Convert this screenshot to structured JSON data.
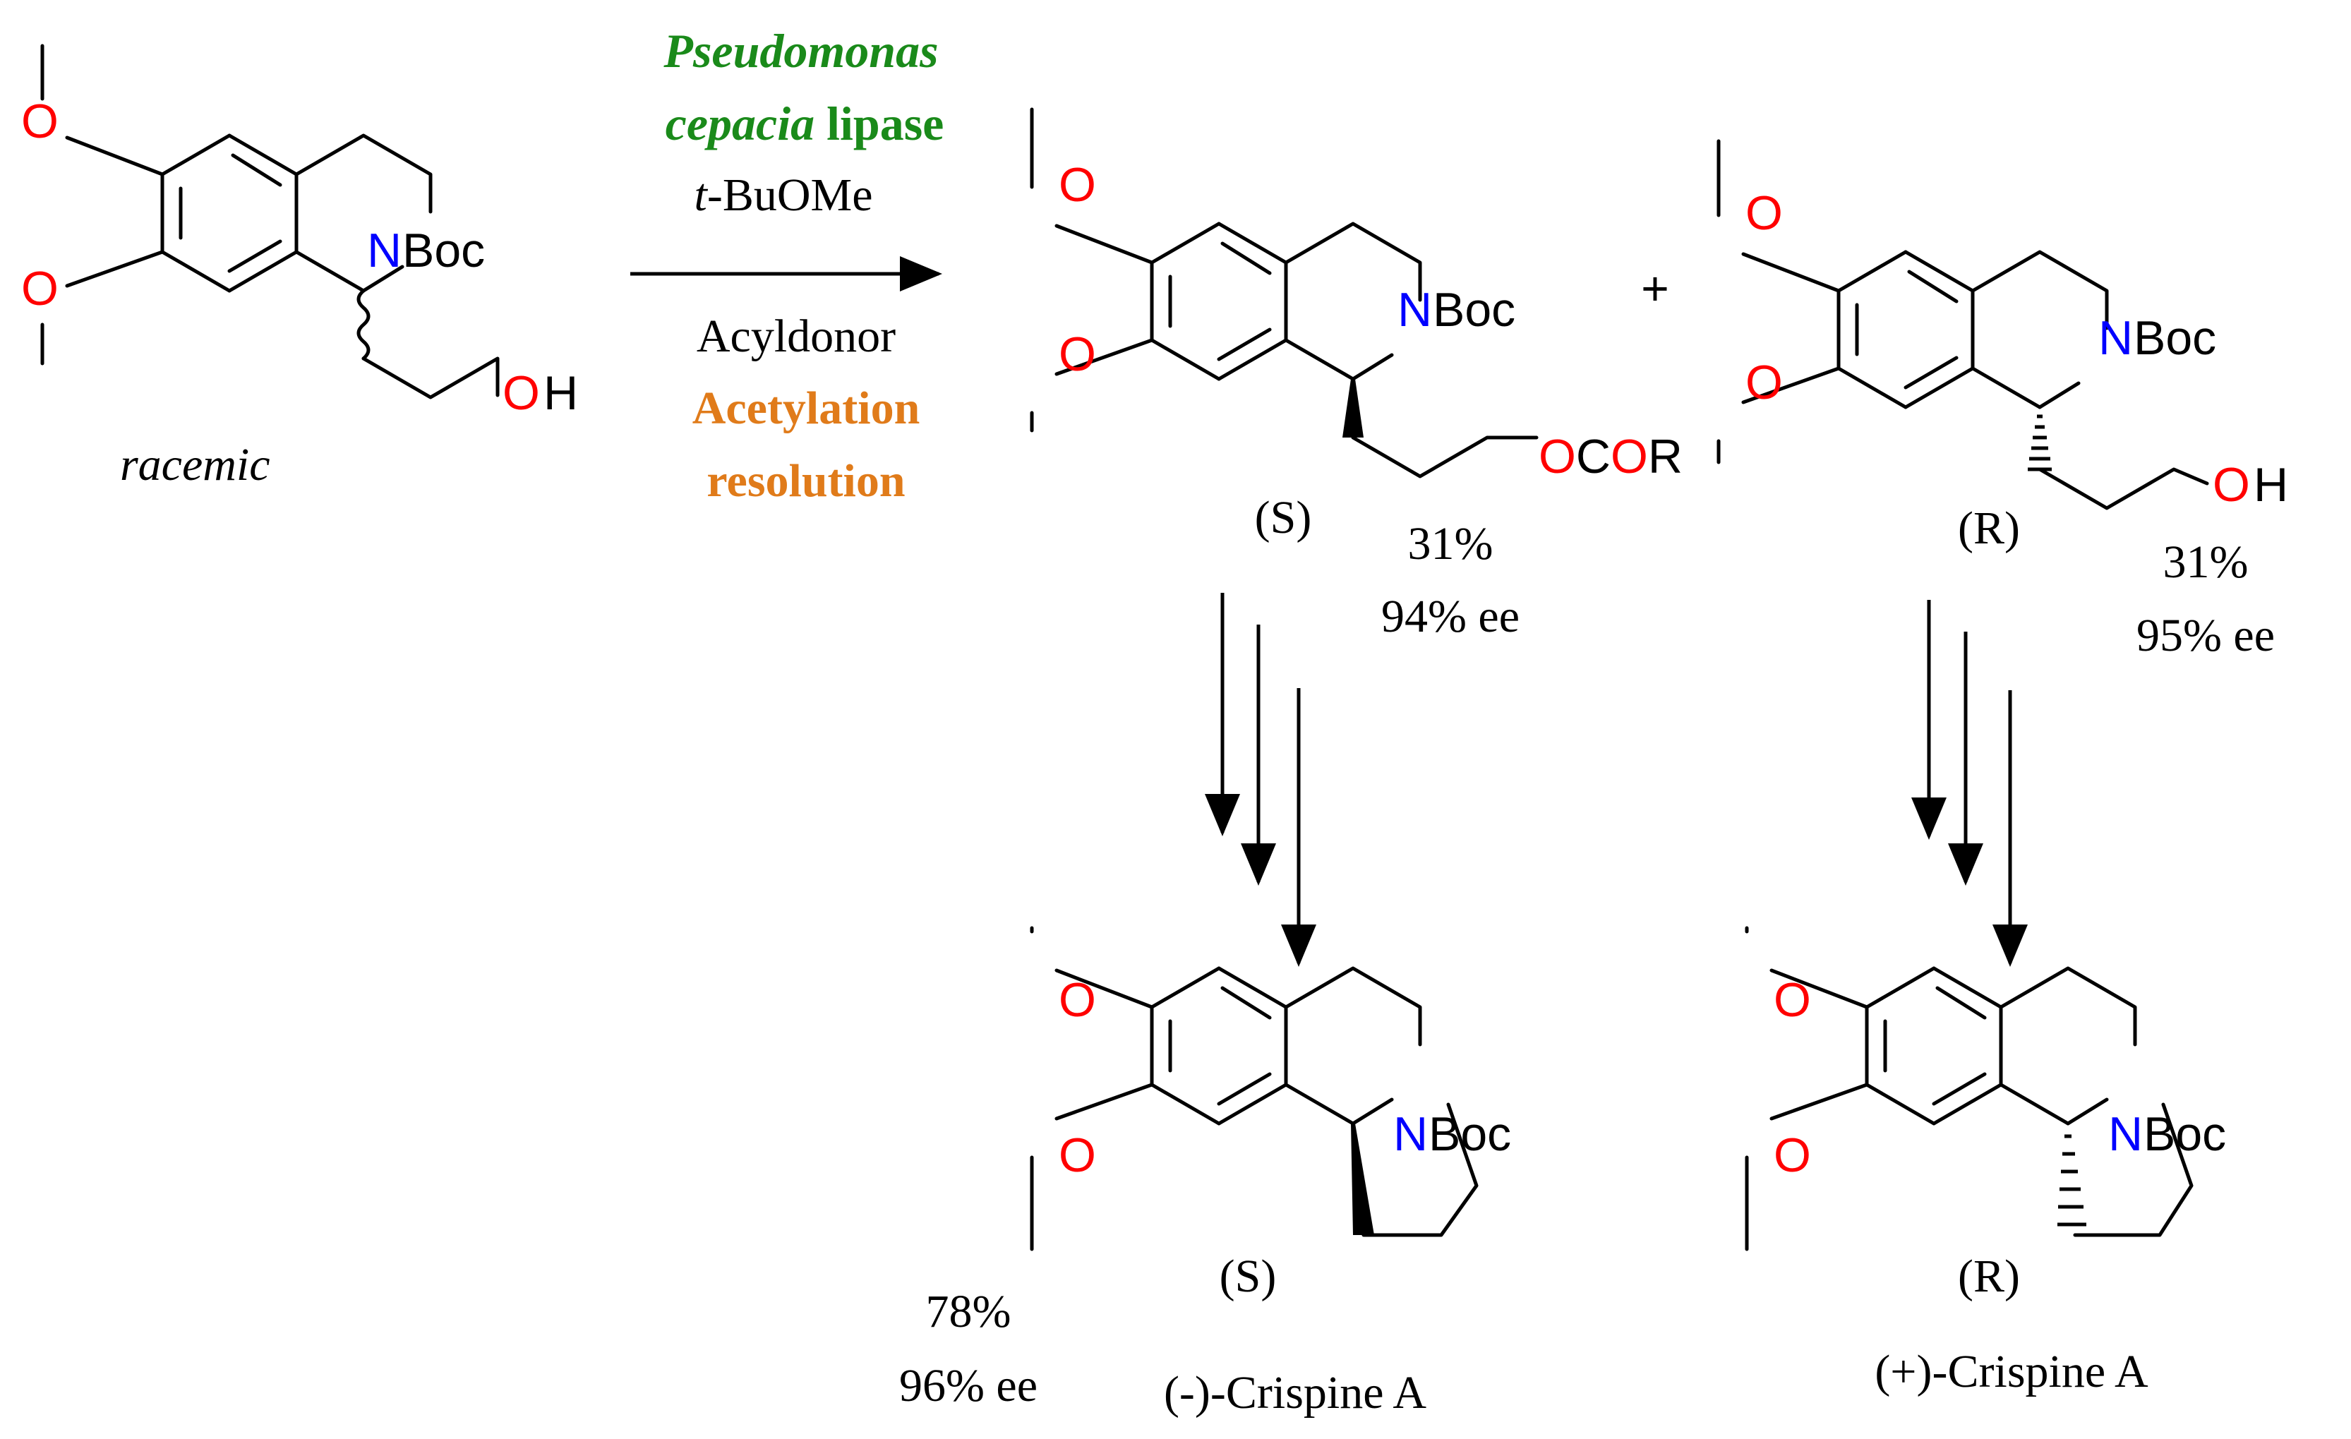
{
  "colors": {
    "oxygen": "#ff0000",
    "nitrogen": "#0000ff",
    "bond": "#000000",
    "enzyme": "#1a8a1a",
    "process": "#e07b1a"
  },
  "atoms": {
    "oxygen": "O",
    "nitrogen": "N",
    "boc": "Boc",
    "hydrogen": "H",
    "carbon": "C",
    "r_group": "R"
  },
  "start": {
    "caption": "racemic"
  },
  "conditions": {
    "enzyme_line1": "Pseudomonas",
    "enzyme_line2_italic": "cepacia",
    "enzyme_line2_rest": " lipase",
    "solvent_prefix": "t",
    "solvent_rest": "-BuOMe",
    "acyl_donor": "Acyldonor",
    "process_line1": "Acetylation",
    "process_line2": "resolution"
  },
  "plus_sign": "+",
  "products": {
    "s_ester": {
      "config": "(S)",
      "yield": "31%",
      "ee": "94% ee"
    },
    "r_alcohol": {
      "config": "(R)",
      "yield": "31%",
      "ee": "95% ee"
    }
  },
  "final": {
    "s": {
      "config": "(S)",
      "name": "(-)-Crispine A",
      "yield": "78%",
      "ee": "96% ee"
    },
    "r": {
      "config": "(R)",
      "name": "(+)-Crispine A"
    }
  }
}
